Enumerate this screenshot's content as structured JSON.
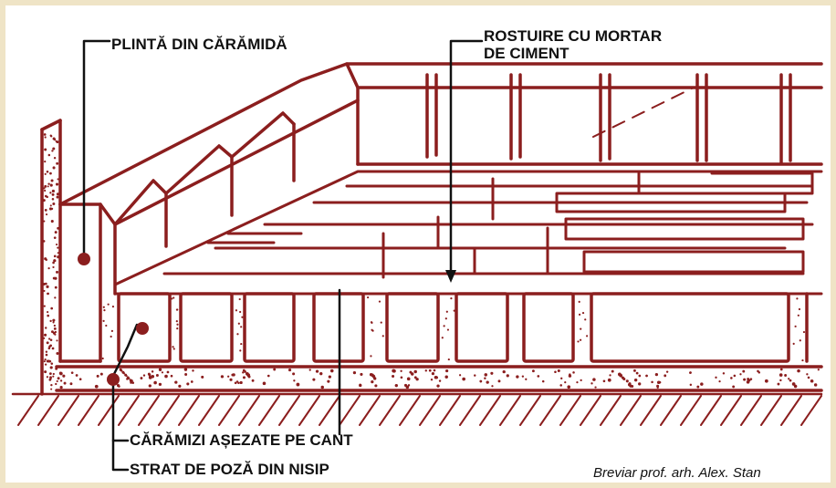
{
  "labels": {
    "plinth": "PLINTĂ DIN CĂRĂMIDĂ",
    "jointing_line1": "ROSTUIRE CU MORTAR",
    "jointing_line2": "DE CIMENT",
    "bricks_on_edge": "CĂRĂMIZI AȘEZATE PE CANT",
    "sand_bed": "STRAT DE POZĂ DIN NISIP"
  },
  "credit": "Breviar prof. arh. Alex. Stan",
  "colors": {
    "line": "#8b1e1e",
    "ink": "#111111",
    "sand_dots": "#8b1e1e",
    "frame": "#efe4c6"
  }
}
